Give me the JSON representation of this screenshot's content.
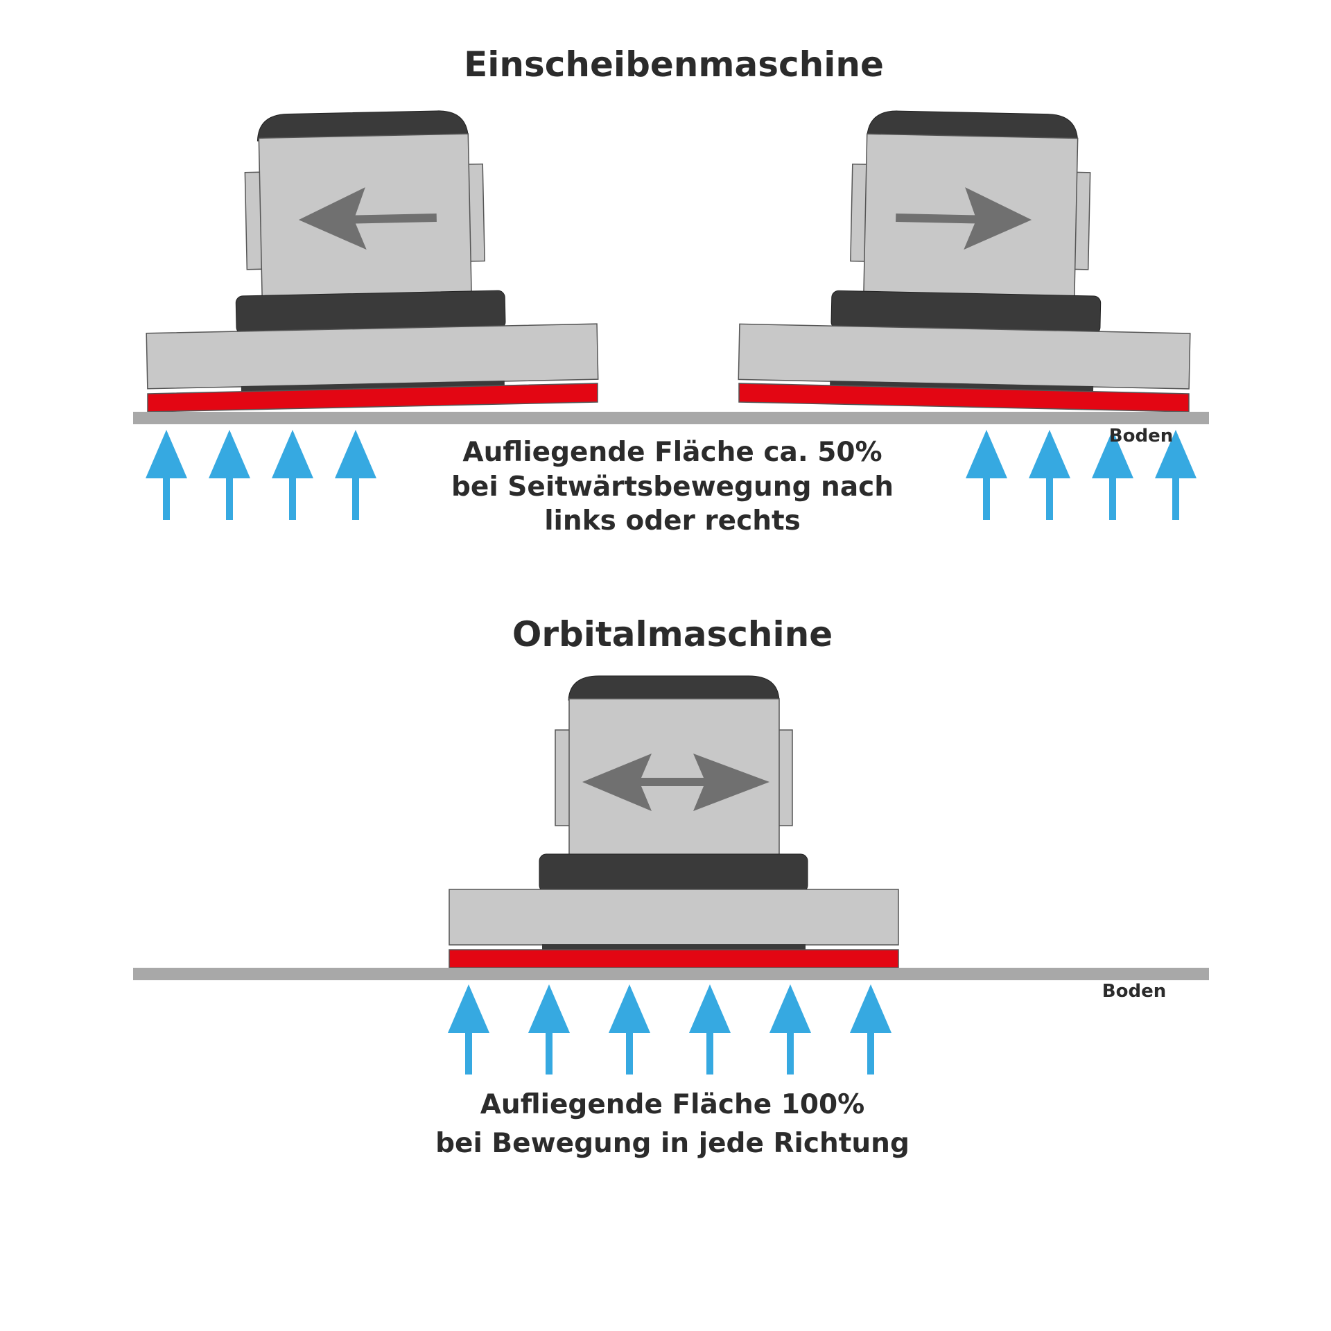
{
  "sections": {
    "single_disc": {
      "title": "Einscheibenmaschine",
      "floor_label": "Boden",
      "caption": [
        "Aufliegende Fläche ca. 50%",
        "bei Seitwärtsbewegung nach",
        "links oder rechts"
      ],
      "left_machine_direction": "left",
      "right_machine_direction": "right",
      "contact_arrows_per_side": 4
    },
    "orbital": {
      "title": "Orbitalmaschine",
      "floor_label": "Boden",
      "caption": [
        "Aufliegende Fläche 100%",
        "bei Bewegung in jede Richtung"
      ],
      "machine_direction": "both",
      "contact_arrows": 6
    }
  },
  "icons": {
    "direction_arrow": "arrow-icon",
    "contact_arrow": "arrow-up-icon"
  },
  "colors": {
    "housing": "#c8c8c8",
    "housing_dark": "#3a3a3a",
    "pad": "#e30613",
    "floor": "#a8a8a8",
    "contact_arrow": "#36a9e1",
    "direction_arrow": "#707070",
    "text": "#2b2b2b"
  }
}
